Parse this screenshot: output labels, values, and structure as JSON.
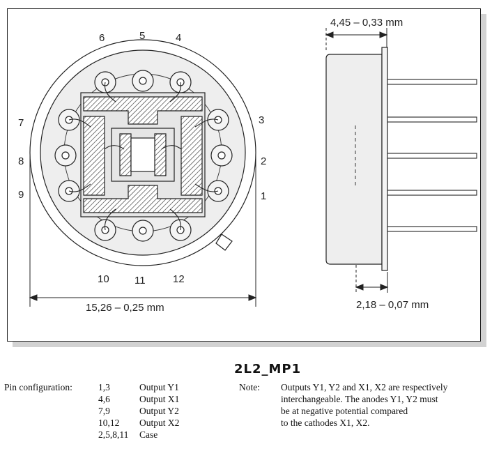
{
  "diagram": {
    "top_view": {
      "pin_labels": [
        {
          "id": "1",
          "text": "1"
        },
        {
          "id": "2",
          "text": "2"
        },
        {
          "id": "3",
          "text": "3"
        },
        {
          "id": "4",
          "text": "4"
        },
        {
          "id": "5",
          "text": "5"
        },
        {
          "id": "6",
          "text": "6"
        },
        {
          "id": "7",
          "text": "7"
        },
        {
          "id": "8",
          "text": "8"
        },
        {
          "id": "9",
          "text": "9"
        },
        {
          "id": "10",
          "text": "10"
        },
        {
          "id": "11",
          "text": "11"
        },
        {
          "id": "12",
          "text": "12"
        }
      ],
      "diameter_dimension": "15,26 – 0,25 mm"
    },
    "side_view": {
      "height_dimension": "4,45 – 0,33 mm",
      "flange_dimension": "2,18 – 0,07 mm"
    },
    "colors": {
      "line": "#222222",
      "frame_shadow": "#d2d2d2",
      "body_fill": "#eeeeee"
    }
  },
  "part_title": "2L2_MP1",
  "pin_configuration": {
    "heading": "Pin configuration:",
    "rows": [
      {
        "pins": "1,3",
        "function": "Output Y1"
      },
      {
        "pins": "4,6",
        "function": "Output X1"
      },
      {
        "pins": "7,9",
        "function": "Output Y2"
      },
      {
        "pins": "10,12",
        "function": "Output X2"
      },
      {
        "pins": "2,5,8,11",
        "function": "Case"
      }
    ]
  },
  "note": {
    "heading": "Note:",
    "lines": [
      "Outputs Y1, Y2 and X1, X2 are respectively",
      "interchangeable. The anodes Y1, Y2 must",
      "be at negative potential compared",
      "to the cathodes X1, X2."
    ]
  }
}
